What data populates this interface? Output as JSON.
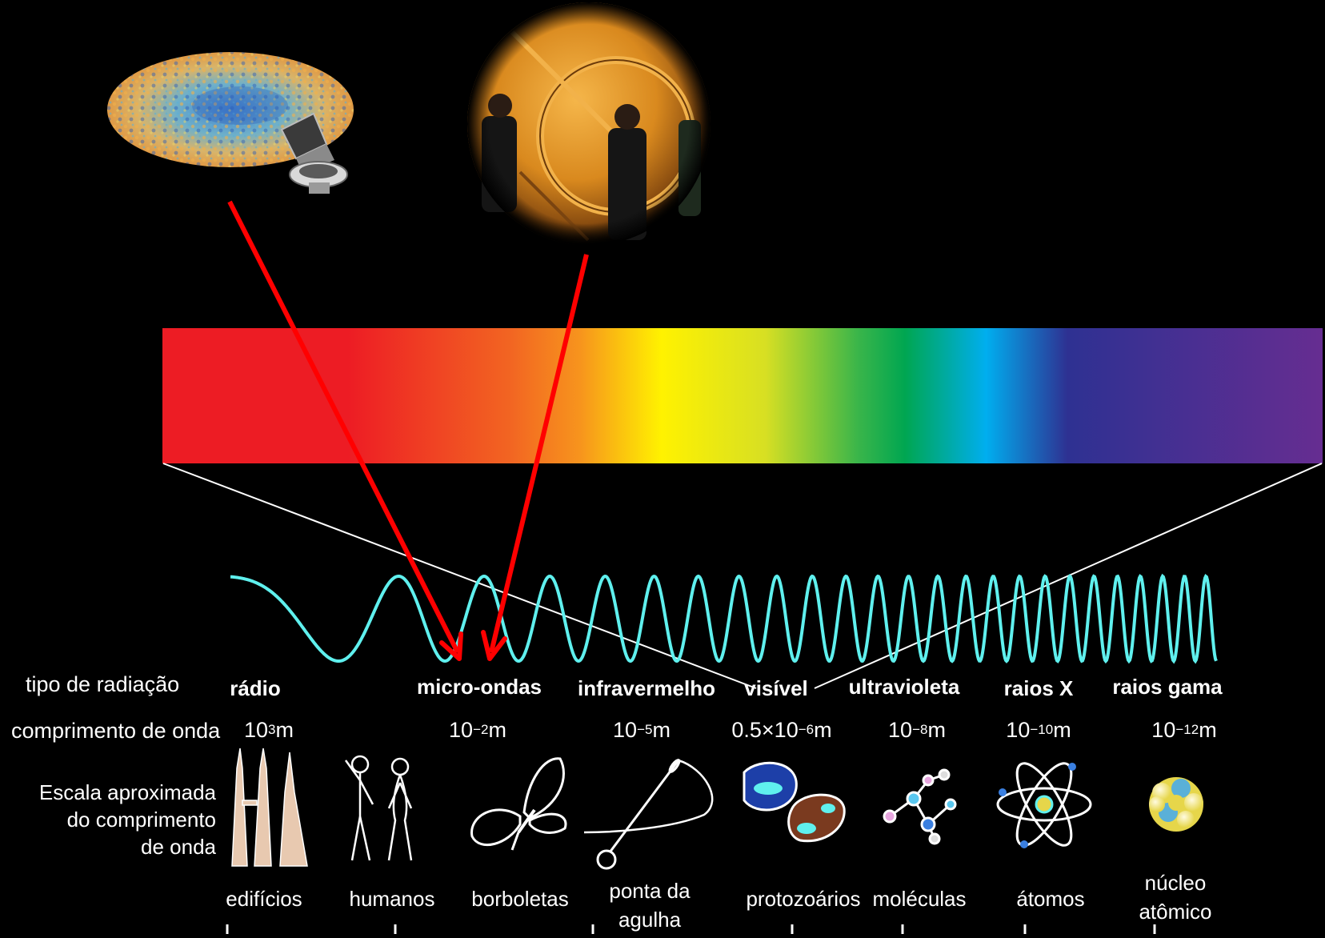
{
  "labels": {
    "tipo": "tipo de radiação",
    "comprimento": "comprimento de onda",
    "escala_line1": "Escala aproximada",
    "escala_line2": "do comprimento",
    "escala_line3": "de onda"
  },
  "radiation_types": [
    {
      "name": "rádio"
    },
    {
      "name": "micro-ondas"
    },
    {
      "name": "infravermelho"
    },
    {
      "name": "visível"
    },
    {
      "name": "ultravioleta"
    },
    {
      "name": "raios X"
    },
    {
      "name": "raios gama"
    }
  ],
  "wavelengths": [
    {
      "base": "10",
      "exp": "3",
      "unit": "m"
    },
    {
      "base": "10",
      "exp": "−2",
      "unit": "m"
    },
    {
      "base": "10",
      "exp": "−5",
      "unit": "m"
    },
    {
      "base": "0.5×10",
      "exp": "−6",
      "unit": "m"
    },
    {
      "base": "10",
      "exp": "−8",
      "unit": "m"
    },
    {
      "base": "10",
      "exp": "−10",
      "unit": "m"
    },
    {
      "base": "10",
      "exp": "−12",
      "unit": "m"
    }
  ],
  "scale_objects": [
    {
      "line1": "edifícios",
      "line2": ""
    },
    {
      "line1": "humanos",
      "line2": ""
    },
    {
      "line1": "borboletas",
      "line2": ""
    },
    {
      "line1": "ponta da",
      "line2": "agulha"
    },
    {
      "line1": "protozoários",
      "line2": ""
    },
    {
      "line1": "moléculas",
      "line2": ""
    },
    {
      "line1": "átomos",
      "line2": ""
    },
    {
      "line1": "núcleo",
      "line2": "atômico"
    }
  ],
  "images": {
    "sky_map": "planck-cmb-sky-map-icon",
    "satellite": "planck-satellite-icon",
    "dish": "microwave-dish-antenna-photo"
  },
  "colors": {
    "background": "#000000",
    "arrow": "#ff0000",
    "wave": "#5ff0ee",
    "spectrum": [
      "#ed1c24",
      "#ed1c24",
      "#f26522",
      "#f7941d",
      "#fff200",
      "#d7df23",
      "#39b54a",
      "#00a651",
      "#00aeef",
      "#2e3192",
      "#662d91"
    ]
  }
}
